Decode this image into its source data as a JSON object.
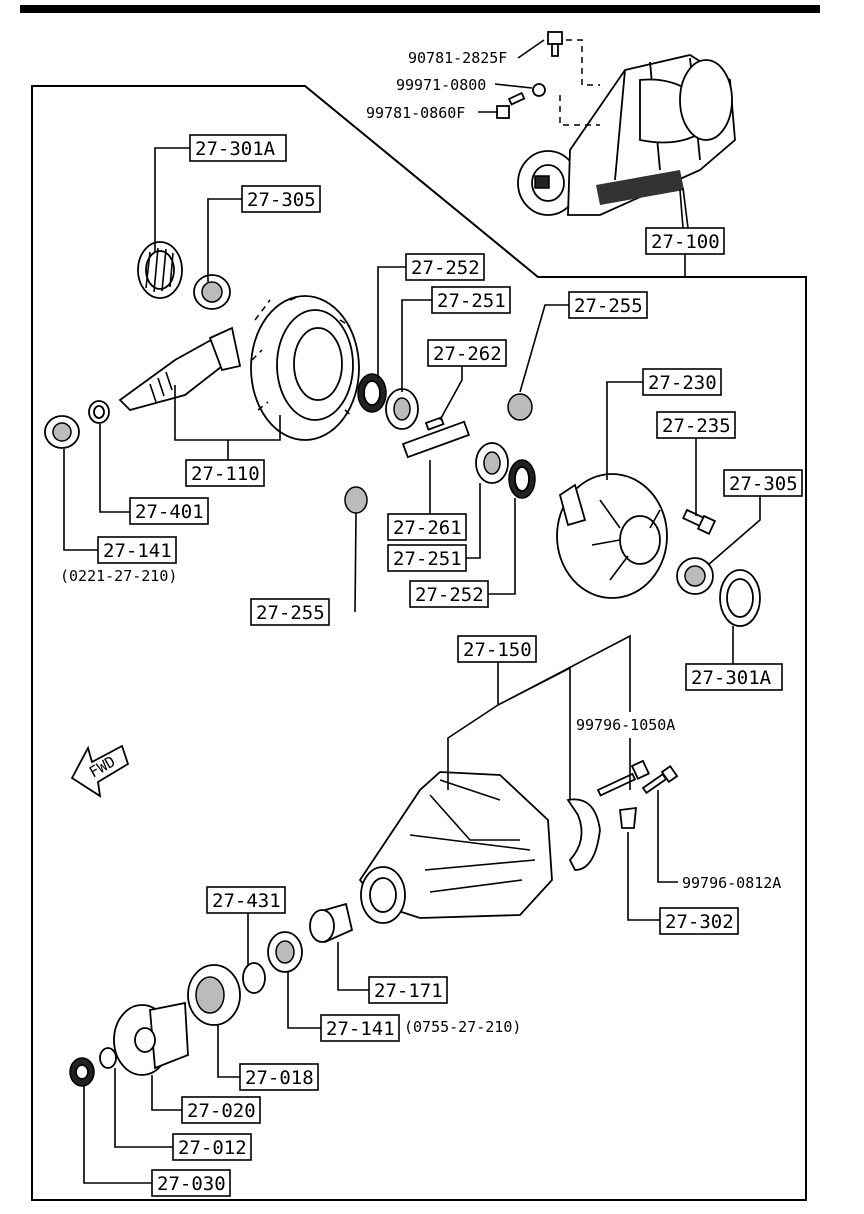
{
  "diagram": {
    "part_labels": {
      "p27_301A_top": "27-301A",
      "p27_305_top": "27-305",
      "p27_252_top": "27-252",
      "p27_251_top": "27-251",
      "p27_262": "27-262",
      "p27_255_top": "27-255",
      "p27_230": "27-230",
      "p27_235": "27-235",
      "p27_305_right": "27-305",
      "p27_100": "27-100",
      "p27_110": "27-110",
      "p27_401": "27-401",
      "p27_141_left": "27-141",
      "p27_261": "27-261",
      "p27_251_mid": "27-251",
      "p27_252_mid": "27-252",
      "p27_255_bottom": "27-255",
      "p27_301A_right": "27-301A",
      "p27_150": "27-150",
      "p27_302": "27-302",
      "p27_431": "27-431",
      "p27_171": "27-171",
      "p27_141_bottom": "27-141",
      "p27_018": "27-018",
      "p27_020": "27-020",
      "p27_012": "27-012",
      "p27_030": "27-030"
    },
    "part_numbers": {
      "bolt_top": "90781-2825F",
      "washer_top": "99971-0800",
      "bolt_side": "99781-0860F",
      "bolt_cover": "99796-1050A",
      "bolt_small": "99796-0812A"
    },
    "notes": {
      "ref_141_left": "(0221-27-210)",
      "ref_141_bottom": "(0755-27-210)"
    },
    "arrow_label": "FWD"
  }
}
